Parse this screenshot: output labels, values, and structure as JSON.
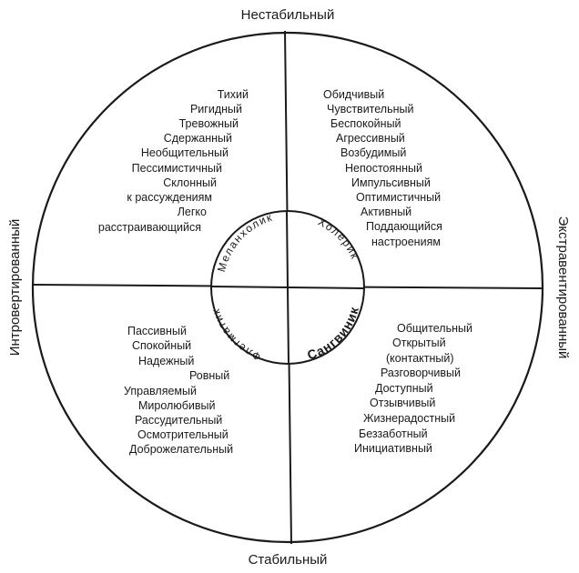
{
  "axes": {
    "top": "Нестабильный",
    "bottom": "Стабильный",
    "left": "Интровертированный",
    "right": "Экстравентированный"
  },
  "temperaments": {
    "melancholic": "Меланхолик",
    "choleric": "Холерик",
    "phlegmatic": "Флегматик",
    "sanguine": "Сангвиник"
  },
  "quadrants": {
    "top_left": [
      "Тихий",
      "Ригидный",
      "Тревожный",
      "Сдержанный",
      "Необщительный",
      "Пессимистичный",
      "Склонный",
      "к рассуждениям",
      "Легко",
      "расстраивающийся"
    ],
    "top_right": [
      "Обидчивый",
      "Чувствительный",
      "Беспокойный",
      "Агрессивный",
      "Возбудимый",
      "Непостоянный",
      "Импульсивный",
      "Оптимистичный",
      "Активный",
      "Поддающийся",
      "настроениям"
    ],
    "bottom_left": [
      "Пассивный",
      "Спокойный",
      "Надежный",
      "Ровный",
      "Управляемый",
      "Миролюбивый",
      "Рассудительный",
      "Осмотрительный",
      "Доброжелательный"
    ],
    "bottom_right": [
      "Общительный",
      "Открытый",
      "(контактный)",
      "Разговорчивый",
      "Доступный",
      "Отзывчивый",
      "Жизнерадостный",
      "Беззаботный",
      "Инициативный"
    ]
  }
}
